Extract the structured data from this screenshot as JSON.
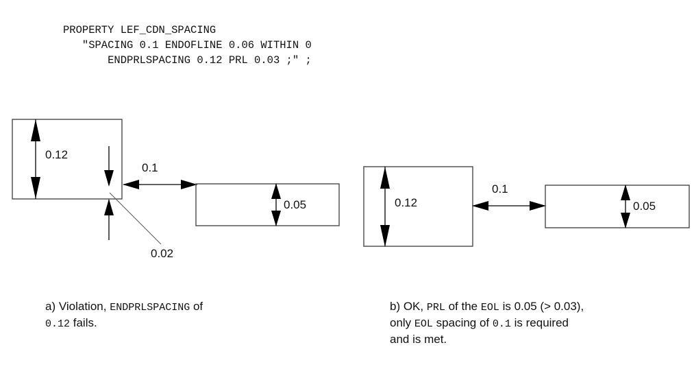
{
  "property_code": {
    "lines": [
      "PROPERTY LEF_CDN_SPACING",
      "   \"SPACING 0.1 ENDOFLINE 0.06 WITHIN 0",
      "       ENDPRLSPACING 0.12 PRL 0.03 ;\" ;"
    ]
  },
  "diagram_a": {
    "wire_width_label": "0.12",
    "spacing_label": "0.1",
    "neighbor_width_label": "0.05",
    "prl_label": "0.02",
    "caption": {
      "line1_prefix": "a) Violation, ",
      "line1_code": "ENDPRLSPACING",
      "line1_suffix": " of",
      "line2_code": "0.12",
      "line2_suffix": " fails."
    }
  },
  "diagram_b": {
    "wire_width_label": "0.12",
    "spacing_label": "0.1",
    "neighbor_width_label": "0.05",
    "caption": {
      "line1_prefix": "b) OK, ",
      "line1_code1": "PRL",
      "line1_mid": " of the ",
      "line1_code2": "EOL",
      "line1_suffix": " is 0.05 (> 0.03),",
      "line2_prefix": "only ",
      "line2_code1": "EOL",
      "line2_mid": " spacing of ",
      "line2_code2": "0.1",
      "line2_suffix": " is required",
      "line3": "and is met."
    }
  },
  "colors": {
    "outline": "#555555",
    "arrow": "#000000",
    "text": "#111111"
  }
}
